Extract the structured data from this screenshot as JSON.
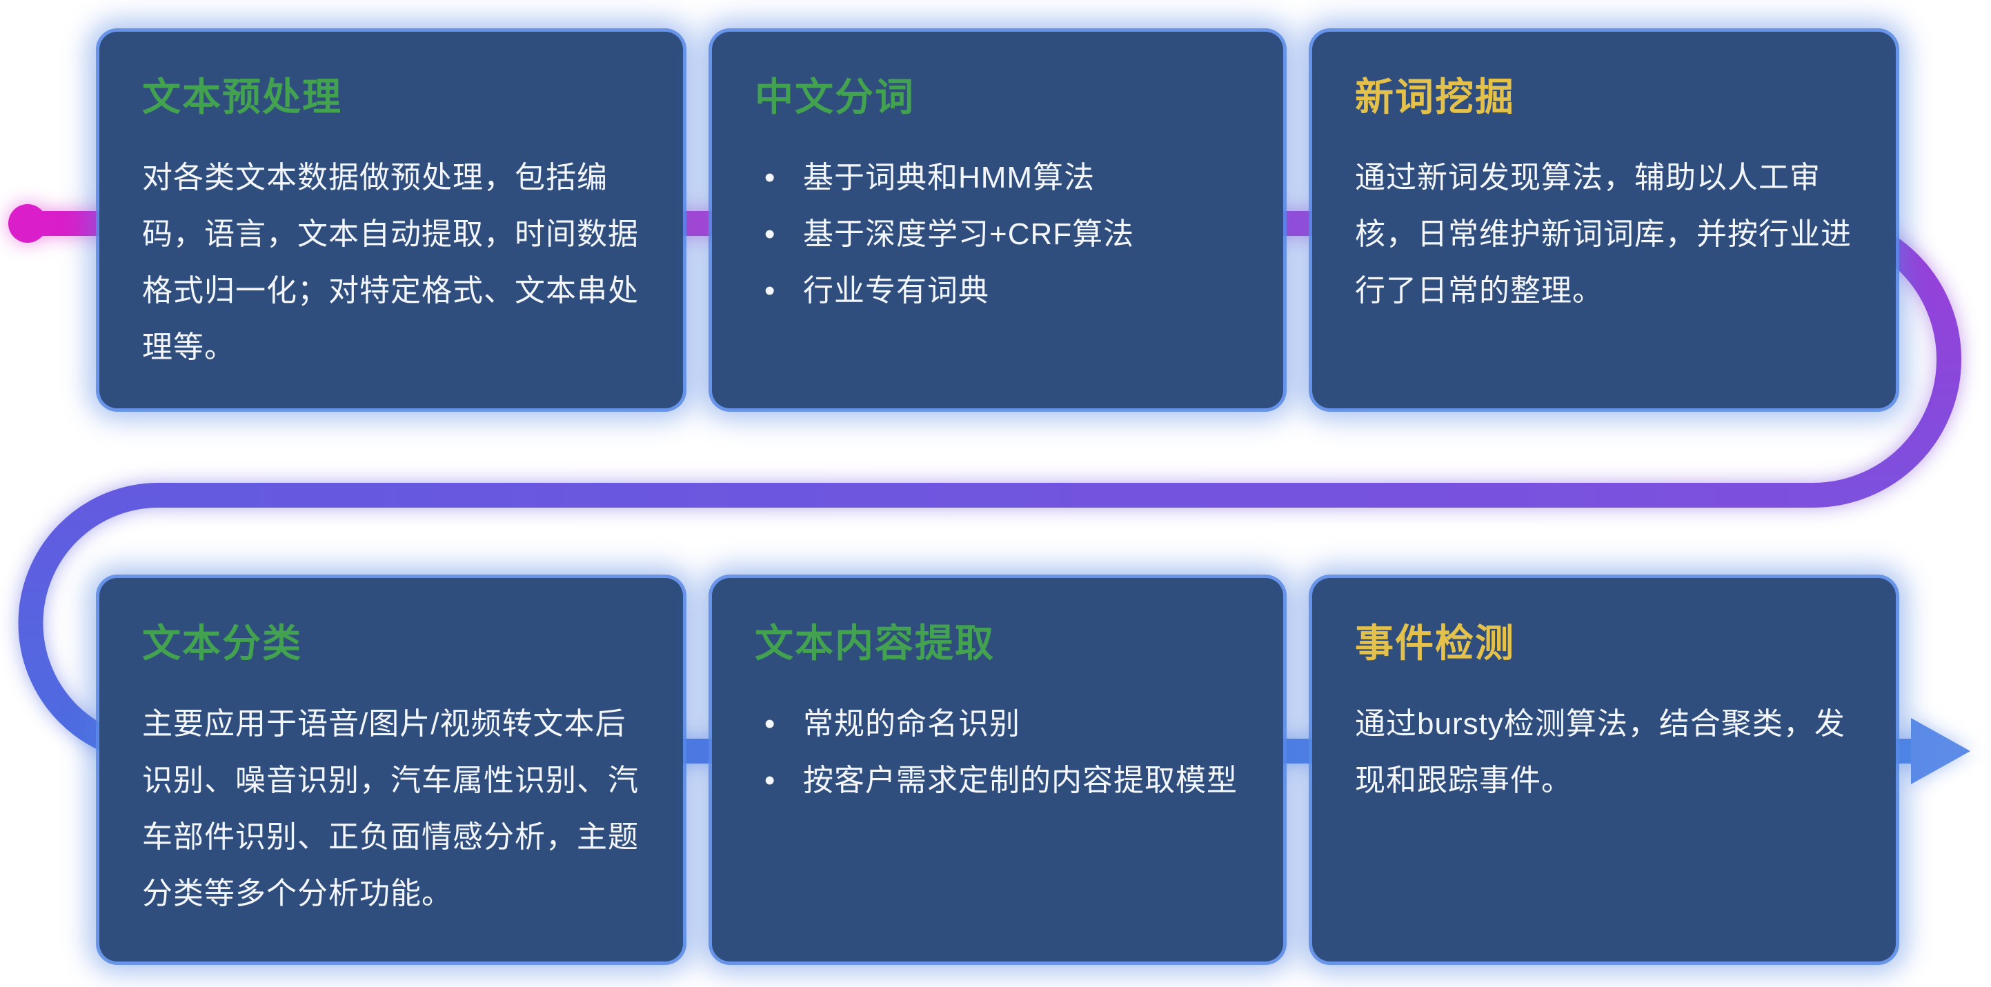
{
  "colors": {
    "card_bg": "#2f4e7e",
    "card_glow": "#5a8ae6",
    "title_green": "#43a24f",
    "title_yellow": "#e3c14b",
    "body_text": "#f3f6fb",
    "path_magenta": "#da1ec9",
    "path_purple": "#8a4bd9",
    "path_indigo": "#635ae0",
    "path_blue": "#4c6de0",
    "arrow_blue": "#5c8ce8"
  },
  "flow": {
    "start_marker": "magenta-dot",
    "end_marker": "blue-arrow-right",
    "direction": "top row left-to-right, loop back, bottom row left-to-right"
  },
  "cards": [
    {
      "title": "文本预处理",
      "title_color": "green",
      "text": "对各类文本数据做预处理，包括编码，语言，文本自动提取，时间数据格式归一化；对特定格式、文本串处理等。"
    },
    {
      "title": "中文分词",
      "title_color": "green",
      "bullets": [
        "基于词典和HMM算法",
        "基于深度学习+CRF算法",
        "行业专有词典"
      ]
    },
    {
      "title": "新词挖掘",
      "title_color": "yellow",
      "text": "通过新词发现算法，辅助以人工审核，日常维护新词词库，并按行业进行了日常的整理。"
    },
    {
      "title": "文本分类",
      "title_color": "green",
      "text": "主要应用于语音/图片/视频转文本后识别、噪音识别，汽车属性识别、汽车部件识别、正负面情感分析，主题分类等多个分析功能。"
    },
    {
      "title": "文本内容提取",
      "title_color": "green",
      "bullets": [
        "常规的命名识别",
        "按客户需求定制的内容提取模型"
      ]
    },
    {
      "title": "事件检测",
      "title_color": "yellow",
      "text": "通过bursty检测算法，结合聚类，发现和跟踪事件。"
    }
  ]
}
